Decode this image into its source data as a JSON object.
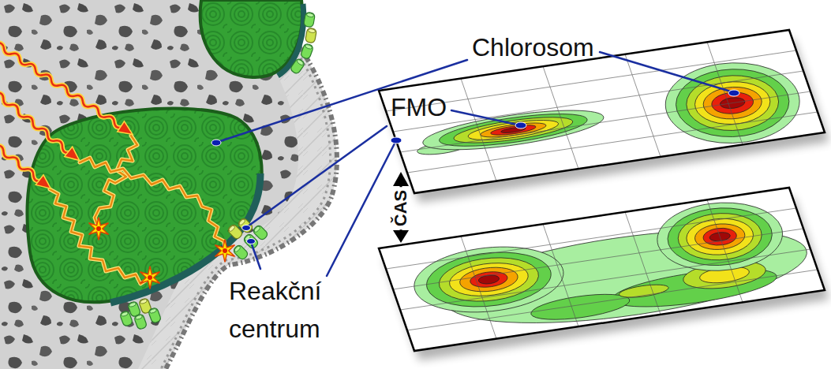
{
  "diagram": {
    "labels": [
      "Chlorosom",
      "FMO",
      "Reakční centrum",
      "ČAS"
    ]
  }
}
